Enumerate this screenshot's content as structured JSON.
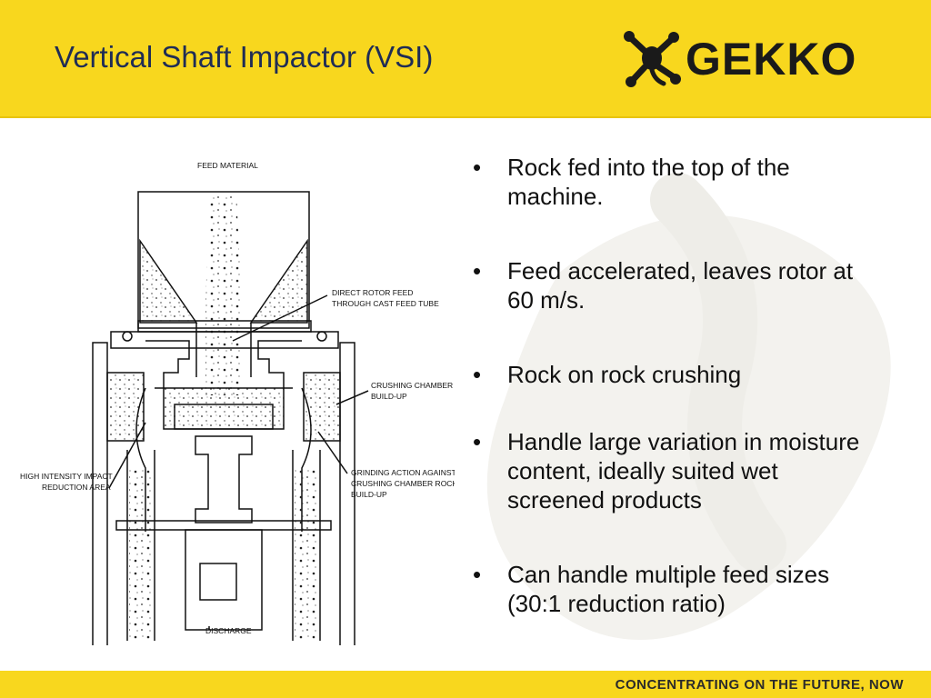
{
  "header": {
    "title": "Vertical Shaft Impactor (VSI)",
    "logo_text": "GEKKO",
    "background": "#f8d71e"
  },
  "diagram": {
    "labels": {
      "feed_material": "FEED MATERIAL",
      "direct_rotor_feed_1": "DIRECT ROTOR FEED",
      "direct_rotor_feed_2": "THROUGH CAST FEED TUBE",
      "crushing_chamber_1": "CRUSHING CHAMBER",
      "crushing_chamber_2": "BUILD-UP",
      "high_intensity_1": "HIGH INTENSITY IMPACT",
      "high_intensity_2": "REDUCTION AREA",
      "grinding_1": "GRINDING ACTION AGAINST",
      "grinding_2": "CRUSHING CHAMBER ROCK",
      "grinding_3": "BUILD-UP",
      "discharge": "DISCHARGE"
    }
  },
  "bullets": [
    "Rock fed into the top of the machine.",
    "Feed accelerated, leaves rotor at 60 m/s.",
    "Rock on rock crushing",
    "Handle large variation in moisture content, ideally suited wet screened products",
    "Can handle multiple feed sizes (30:1 reduction ratio)"
  ],
  "bullet_symbol": "•",
  "footer": {
    "tagline": "CONCENTRATING ON THE FUTURE, NOW"
  }
}
